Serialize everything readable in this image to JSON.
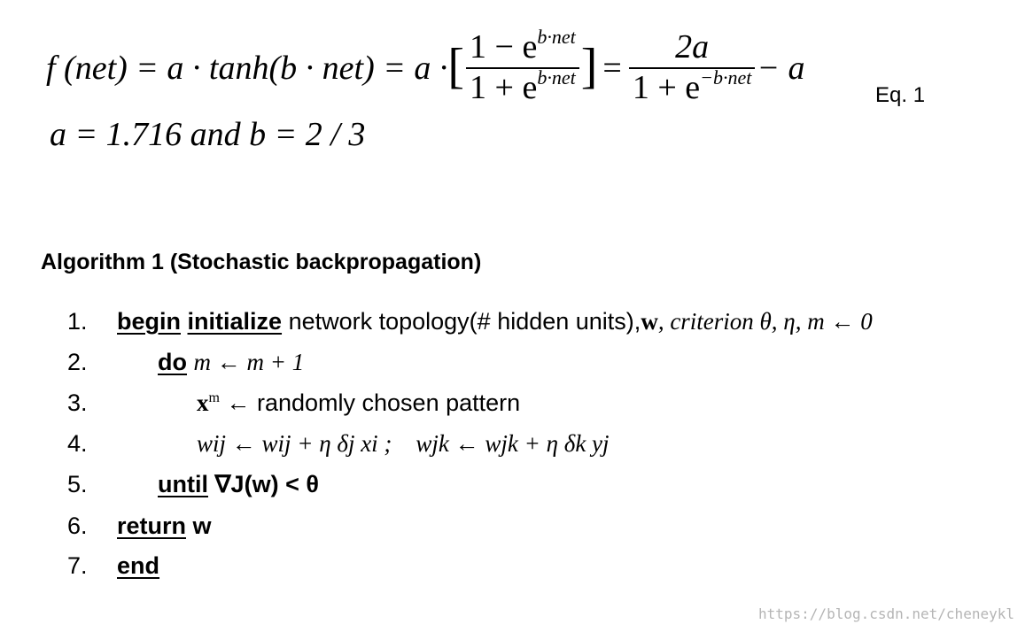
{
  "equation": {
    "lhs": "f (net) = a · tanh(b · net) = a ·",
    "frac1_num": "1 − e",
    "frac1_den": "1 + e",
    "exp": "b·net",
    "neg_exp": "−b·net",
    "eq_sign": "=",
    "frac2_num": "2a",
    "frac2_den": "1 + e",
    "tail": "− a",
    "params": "a = 1.716  and b = 2 / 3",
    "label": "Eq. 1"
  },
  "algorithm": {
    "title": "Algorithm 1 (Stochastic backpropagation)",
    "lines": [
      {
        "num": "1.",
        "kw1": "begin",
        "kw2": "initialize",
        "text": "network topology(# hidden units),",
        "w": "w",
        "rest": ", criterion θ, η, m ← 0"
      },
      {
        "num": "2.",
        "kw1": "do",
        "text": "m ← m + 1"
      },
      {
        "num": "3.",
        "x": "x",
        "sup": "m",
        "text": "← randomly chosen pattern"
      },
      {
        "num": "4.",
        "text": "wij ← wij + η δj xi ;    wjk ← wjk + η δk yj"
      },
      {
        "num": "5.",
        "kw1": "until",
        "text": "∇J(w) < θ"
      },
      {
        "num": "6.",
        "kw1": "return",
        "text": "w"
      },
      {
        "num": "7.",
        "kw1": "end"
      }
    ]
  },
  "watermark": "https://blog.csdn.net/cheneykl"
}
